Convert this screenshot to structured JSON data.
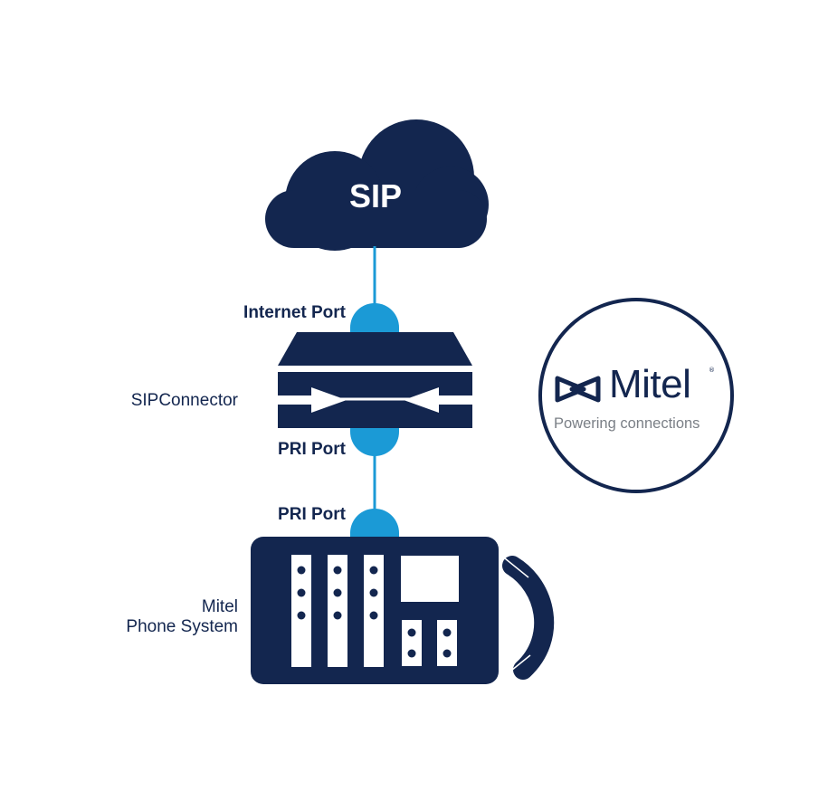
{
  "cloud": {
    "label": "SIP"
  },
  "ports": {
    "internet": "Internet Port",
    "pri_upper": "PRI Port",
    "pri_lower": "PRI Port"
  },
  "devices": {
    "sipconnector": "SIPConnector",
    "phone_system_line1": "Mitel",
    "phone_system_line2": "Phone System"
  },
  "logo": {
    "wordmark": "Mitel",
    "registered": "®",
    "tagline": "Powering connections"
  },
  "colors": {
    "navy": "#13264f",
    "link_blue": "#1b9ad6",
    "tagline_gray": "#7a7f86"
  }
}
